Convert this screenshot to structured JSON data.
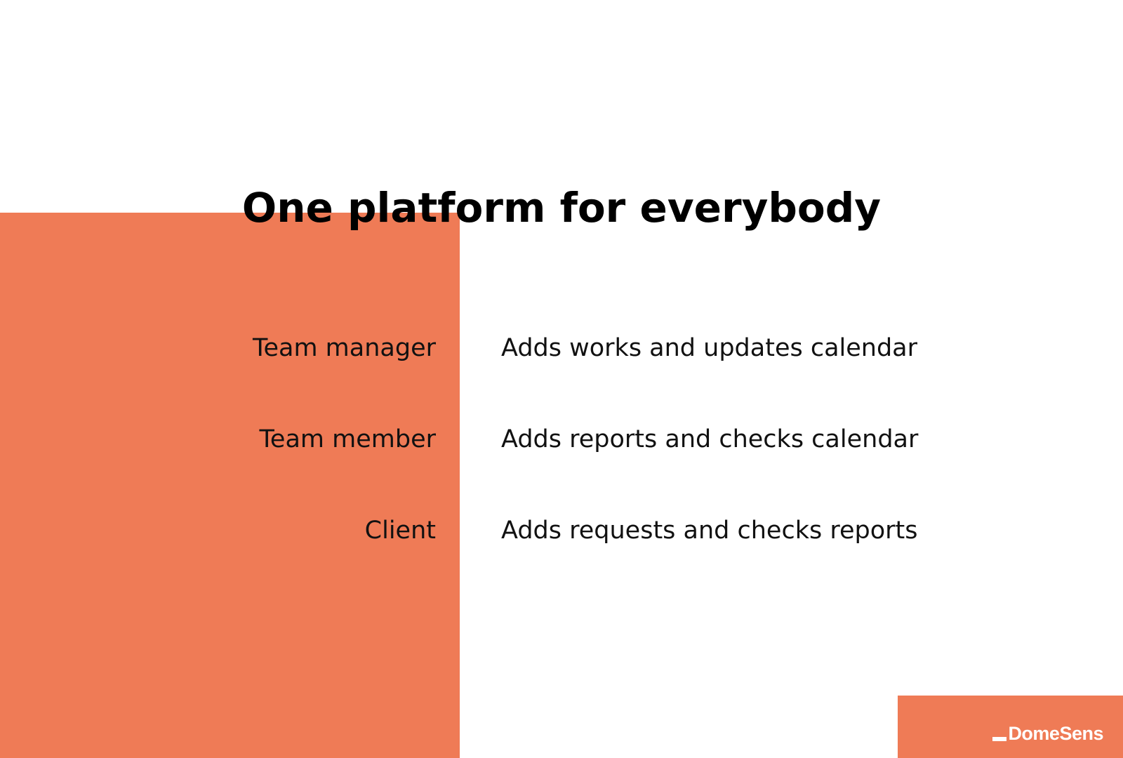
{
  "slide": {
    "title": "One platform for everybody",
    "roles": [
      {
        "name": "Team manager",
        "description": "Adds works and updates calendar"
      },
      {
        "name": "Team member",
        "description": "Adds reports and checks calendar"
      },
      {
        "name": "Client",
        "description": "Adds requests and checks reports"
      }
    ],
    "brand": {
      "logo_text": "DomeSens",
      "accent_color": "#ef7b56"
    }
  }
}
